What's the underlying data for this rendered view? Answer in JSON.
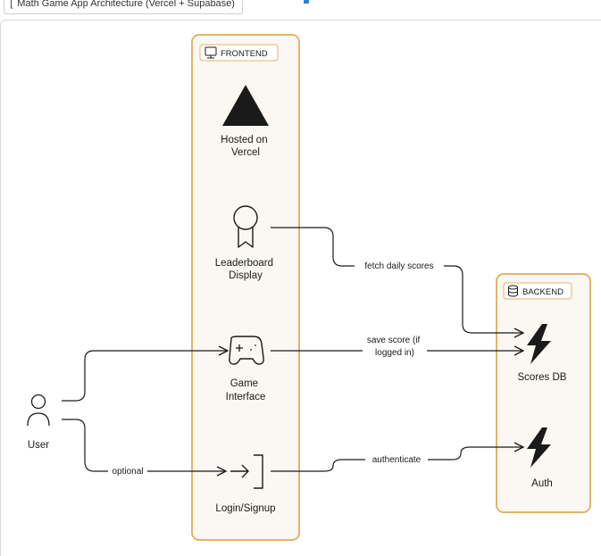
{
  "header": {
    "title": "Math Game App Architecture (Vercel + Supabase)"
  },
  "groups": {
    "frontend": "FRONTEND",
    "backend": "BACKEND"
  },
  "nodes": {
    "vercel": [
      "Hosted on",
      "Vercel"
    ],
    "leaderboard": [
      "Leaderboard",
      "Display"
    ],
    "game": [
      "Game",
      "Interface"
    ],
    "login": [
      "Login/Signup"
    ],
    "user": [
      "User"
    ],
    "scores_db": [
      "Scores DB"
    ],
    "auth": [
      "Auth"
    ]
  },
  "edges": {
    "fetch": "fetch daily scores",
    "save": [
      "save score (if",
      "logged in)"
    ],
    "authenticate": "authenticate",
    "optional": "optional"
  },
  "colors": {
    "group_border": "#e3b36b",
    "group_fill": "#fbf8f3",
    "stroke": "#1a1a1a",
    "accent": "#2f7bd9"
  }
}
